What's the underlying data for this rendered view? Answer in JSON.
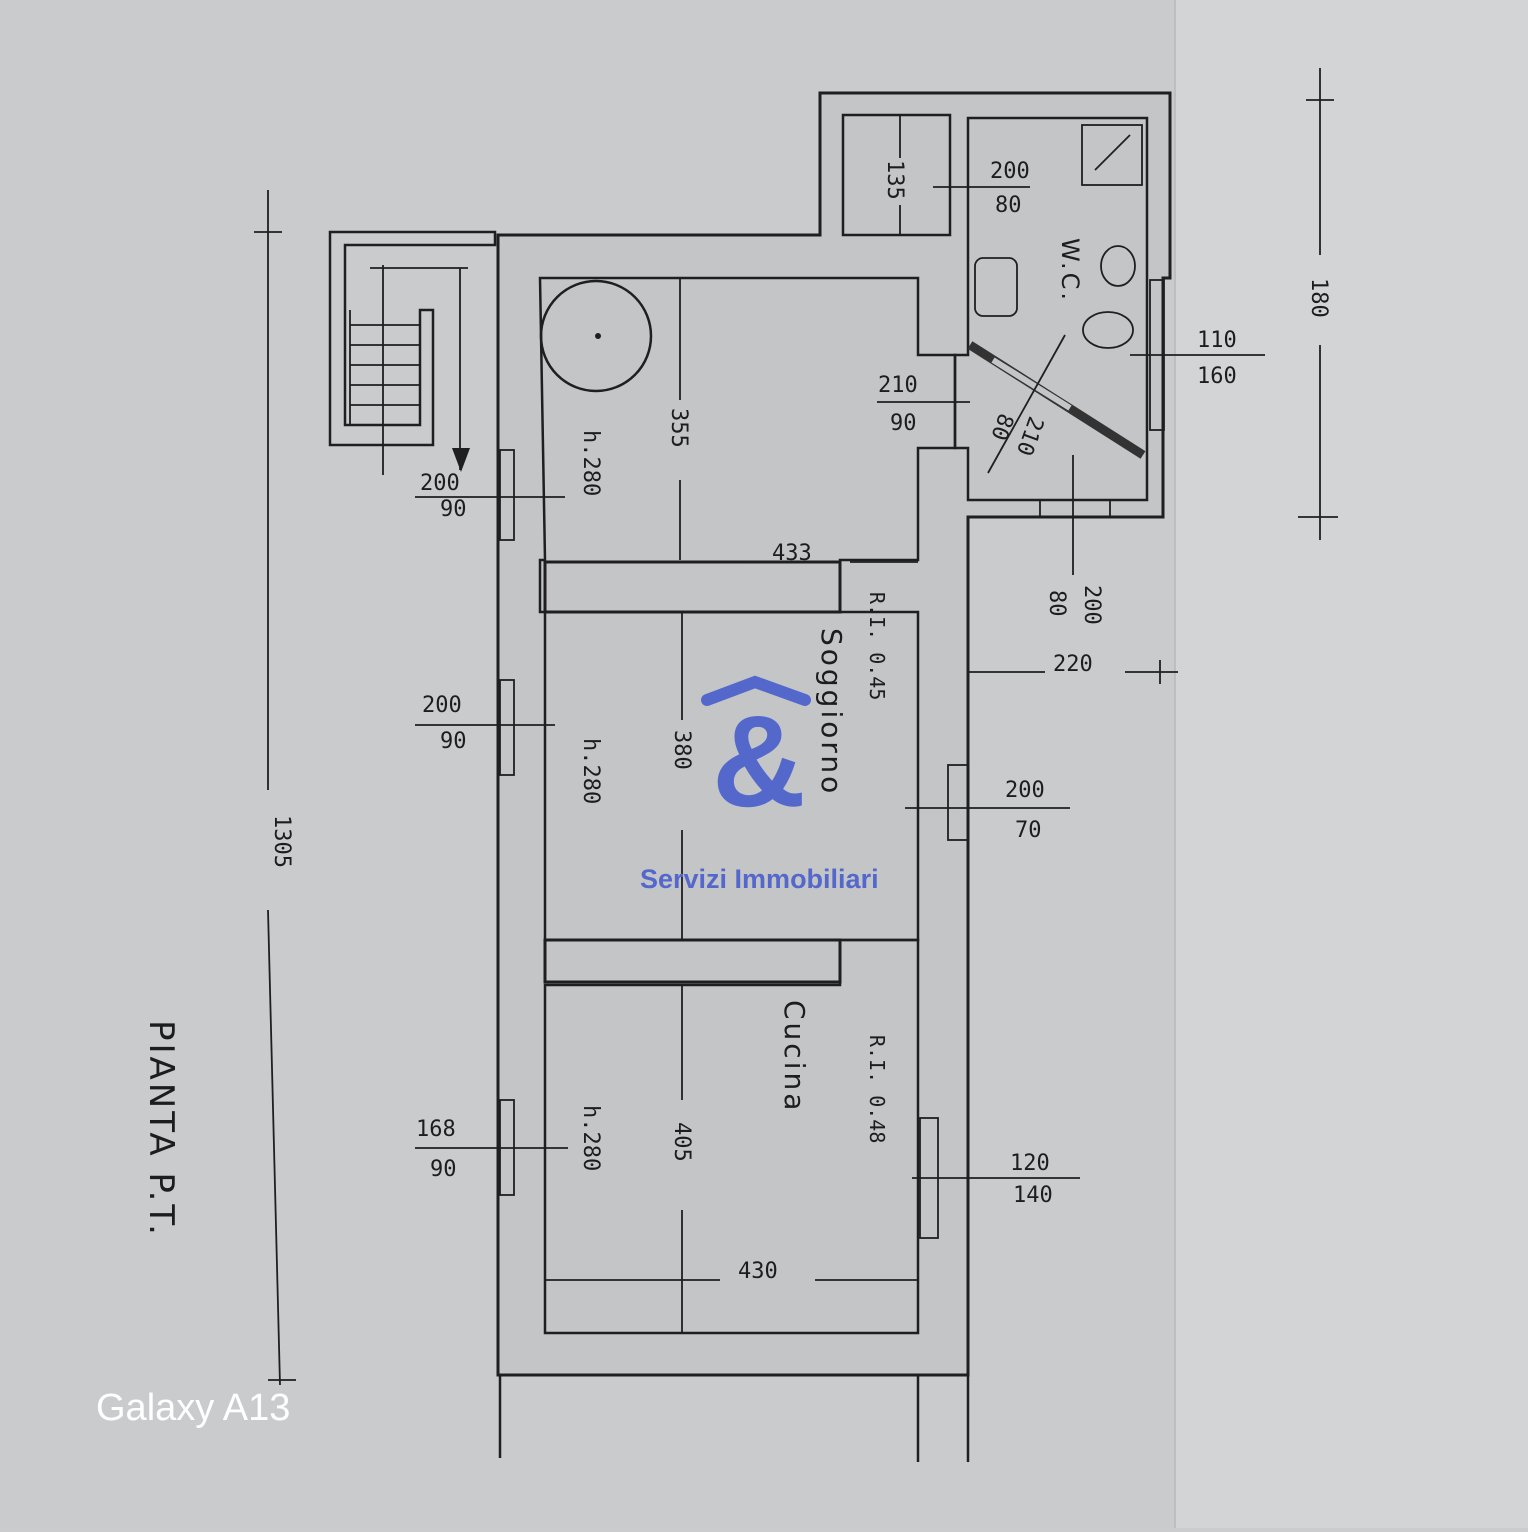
{
  "plan": {
    "title": "PIANTA P.T.",
    "rooms": {
      "living": "Soggiorno",
      "kitchen": "Cucina",
      "bathroom": "W.C."
    },
    "heights": [
      "h.280",
      "h.280",
      "h.280"
    ],
    "dimensions": {
      "total_length": "1305",
      "bath_depth": "180",
      "closet": "135",
      "room1_depth": "355",
      "room2_depth": "380",
      "room3_depth": "405",
      "room1_width": "433",
      "room3_width": "430",
      "side": "220",
      "ri_top": "R.I. 0.45",
      "ri_bottom": "R.I. 0.48"
    },
    "openings": [
      {
        "w": "200",
        "h": "90"
      },
      {
        "w": "200",
        "h": "90"
      },
      {
        "w": "168",
        "h": "90"
      },
      {
        "w": "200",
        "h": "80"
      },
      {
        "w": "210",
        "h": "90"
      },
      {
        "w": "210",
        "h": "80"
      },
      {
        "w": "110",
        "h": "160"
      },
      {
        "w": "200",
        "h": "80"
      },
      {
        "w": "200",
        "h": "70"
      },
      {
        "w": "120",
        "h": "140"
      }
    ]
  },
  "watermark": {
    "brand": "Servizi Immobiliari",
    "symbol": "&",
    "color": "#5468cc"
  },
  "camera_label": "Galaxy A13"
}
